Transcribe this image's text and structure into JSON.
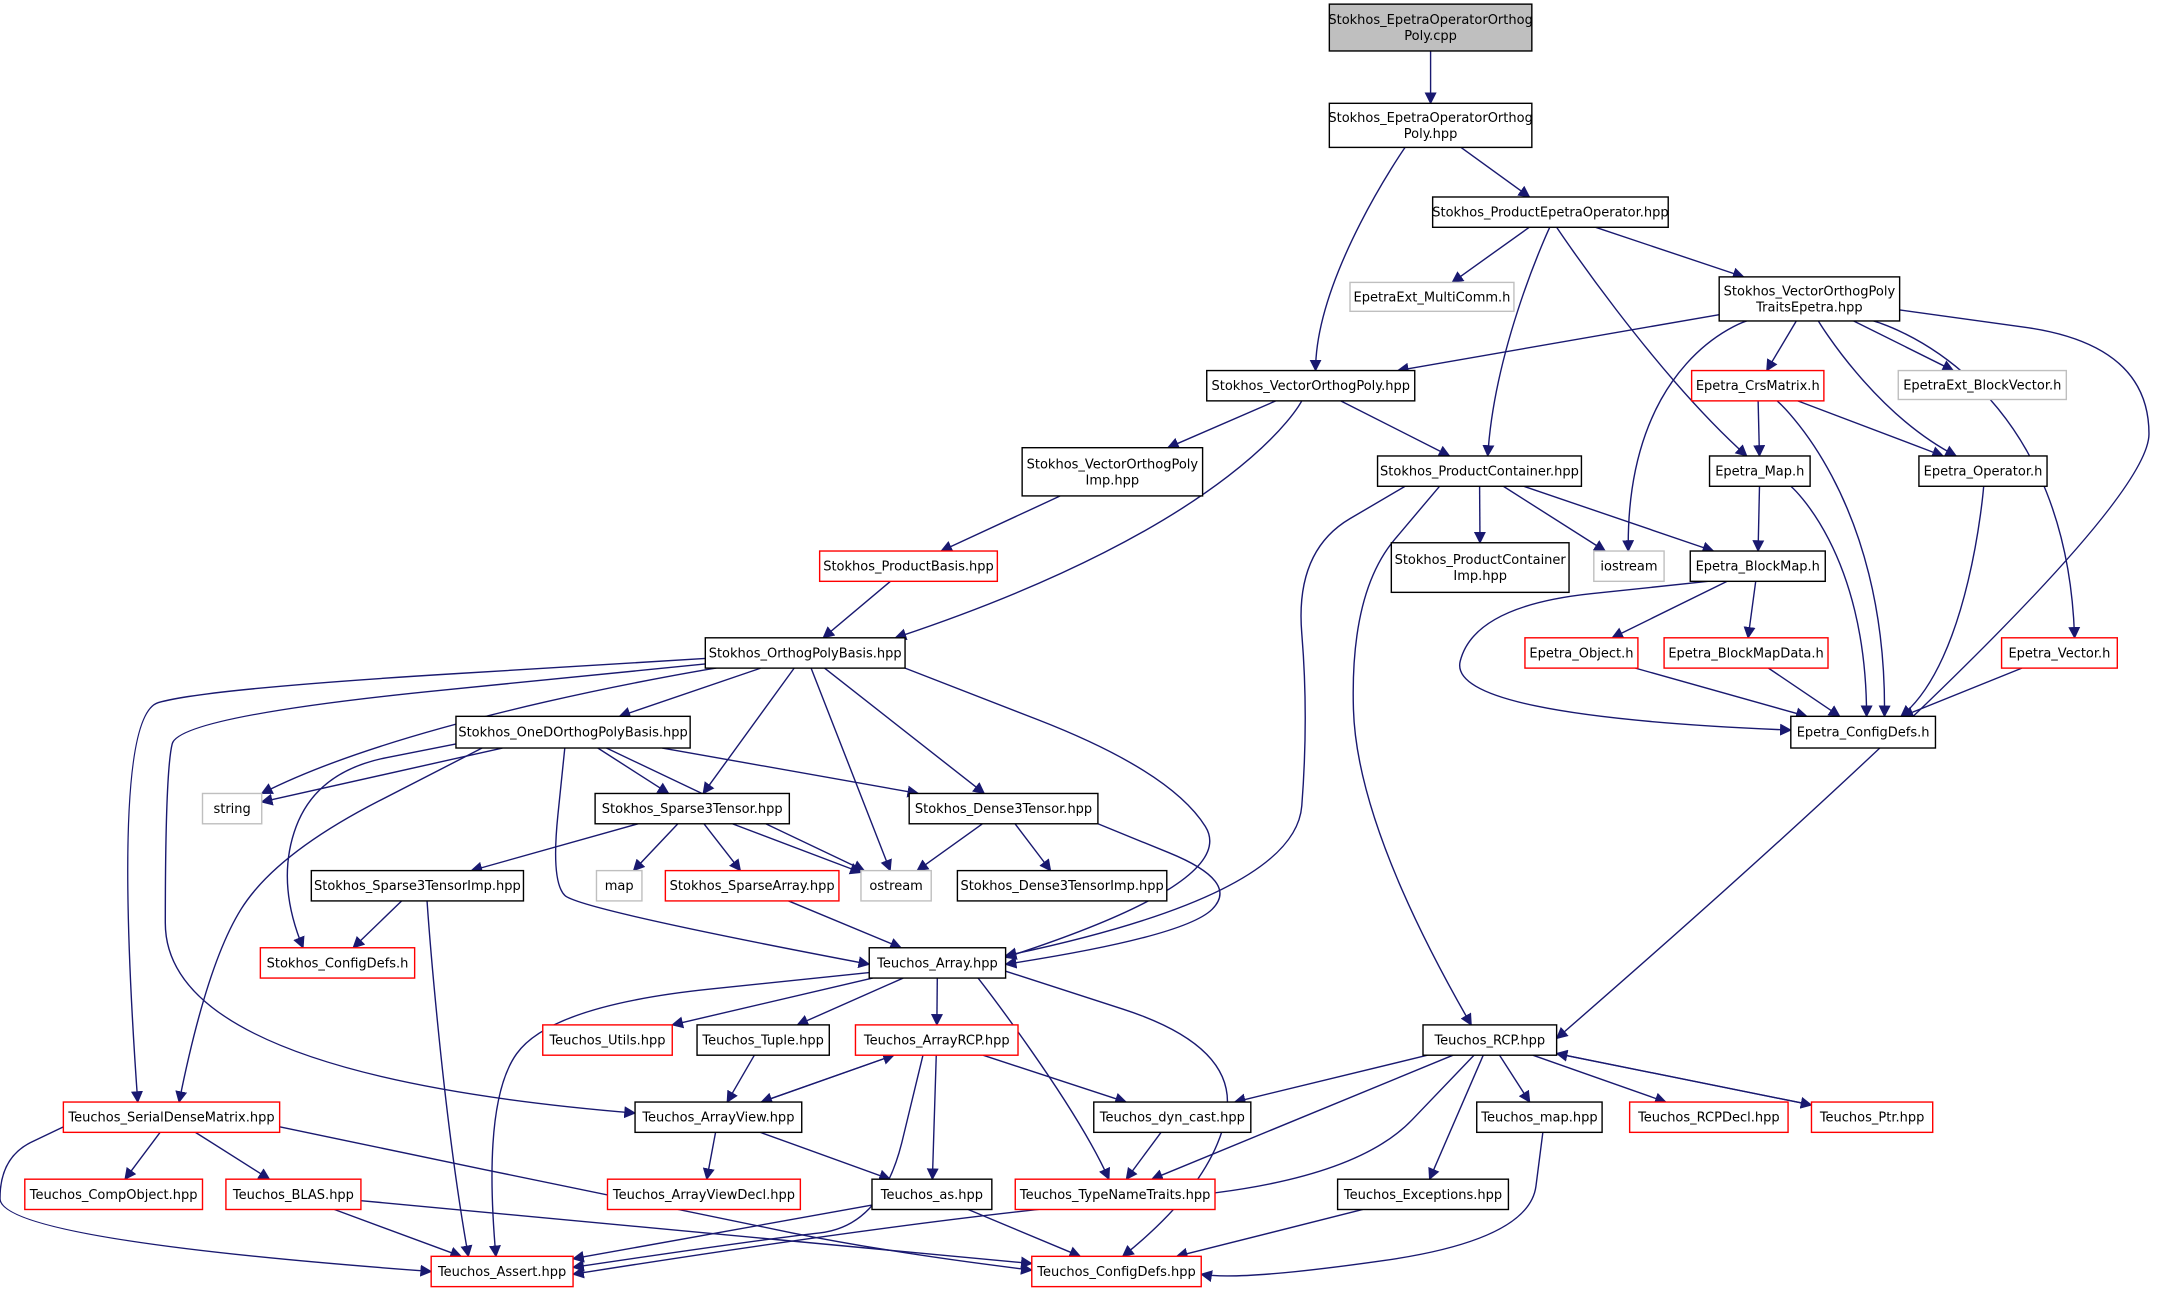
{
  "colors": {
    "edge": "#191970",
    "box_black": "#000000",
    "box_red": "#ff0000",
    "box_gray": "#bfbfbf",
    "root_fill": "#bfbfbf",
    "text": "#000000"
  },
  "nodes": [
    {
      "id": "root",
      "lines": [
        "Stokhos_EpetraOperatorOrthog",
        "Poly.cpp"
      ],
      "style": "root"
    },
    {
      "id": "hpp",
      "lines": [
        "Stokhos_EpetraOperatorOrthog",
        "Poly.hpp"
      ],
      "style": "black"
    },
    {
      "id": "prodop",
      "lines": [
        "Stokhos_ProductEpetraOperator.hpp"
      ],
      "style": "black"
    },
    {
      "id": "multicomm",
      "lines": [
        "EpetraExt_MultiComm.h"
      ],
      "style": "gray"
    },
    {
      "id": "vopte",
      "lines": [
        "Stokhos_VectorOrthogPoly",
        "TraitsEpetra.hpp"
      ],
      "style": "black"
    },
    {
      "id": "vop",
      "lines": [
        "Stokhos_VectorOrthogPoly.hpp"
      ],
      "style": "black"
    },
    {
      "id": "crs",
      "lines": [
        "Epetra_CrsMatrix.h"
      ],
      "style": "red"
    },
    {
      "id": "blockvec",
      "lines": [
        "EpetraExt_BlockVector.h"
      ],
      "style": "gray"
    },
    {
      "id": "vopimp",
      "lines": [
        "Stokhos_VectorOrthogPoly",
        "Imp.hpp"
      ],
      "style": "black"
    },
    {
      "id": "prodcont",
      "lines": [
        "Stokhos_ProductContainer.hpp"
      ],
      "style": "black"
    },
    {
      "id": "map",
      "lines": [
        "Epetra_Map.h"
      ],
      "style": "black"
    },
    {
      "id": "operator",
      "lines": [
        "Epetra_Operator.h"
      ],
      "style": "black"
    },
    {
      "id": "prodbasis",
      "lines": [
        "Stokhos_ProductBasis.hpp"
      ],
      "style": "red"
    },
    {
      "id": "pcimp",
      "lines": [
        "Stokhos_ProductContainer",
        "Imp.hpp"
      ],
      "style": "black"
    },
    {
      "id": "iostream",
      "lines": [
        "iostream"
      ],
      "style": "gray"
    },
    {
      "id": "blockmap",
      "lines": [
        "Epetra_BlockMap.h"
      ],
      "style": "black"
    },
    {
      "id": "opb",
      "lines": [
        "Stokhos_OrthogPolyBasis.hpp"
      ],
      "style": "black"
    },
    {
      "id": "object",
      "lines": [
        "Epetra_Object.h"
      ],
      "style": "red"
    },
    {
      "id": "bmdata",
      "lines": [
        "Epetra_BlockMapData.h"
      ],
      "style": "red"
    },
    {
      "id": "vector",
      "lines": [
        "Epetra_Vector.h"
      ],
      "style": "red"
    },
    {
      "id": "oned",
      "lines": [
        "Stokhos_OneDOrthogPolyBasis.hpp"
      ],
      "style": "black"
    },
    {
      "id": "ecfg",
      "lines": [
        "Epetra_ConfigDefs.h"
      ],
      "style": "black"
    },
    {
      "id": "string",
      "lines": [
        "string"
      ],
      "style": "gray"
    },
    {
      "id": "s3t",
      "lines": [
        "Stokhos_Sparse3Tensor.hpp"
      ],
      "style": "black"
    },
    {
      "id": "d3t",
      "lines": [
        "Stokhos_Dense3Tensor.hpp"
      ],
      "style": "black"
    },
    {
      "id": "s3timp",
      "lines": [
        "Stokhos_Sparse3TensorImp.hpp"
      ],
      "style": "black"
    },
    {
      "id": "stdmap",
      "lines": [
        "map"
      ],
      "style": "gray"
    },
    {
      "id": "sparr",
      "lines": [
        "Stokhos_SparseArray.hpp"
      ],
      "style": "red"
    },
    {
      "id": "ostream",
      "lines": [
        "ostream"
      ],
      "style": "gray"
    },
    {
      "id": "d3timp",
      "lines": [
        "Stokhos_Dense3TensorImp.hpp"
      ],
      "style": "black"
    },
    {
      "id": "scfg",
      "lines": [
        "Stokhos_ConfigDefs.h"
      ],
      "style": "red"
    },
    {
      "id": "array",
      "lines": [
        "Teuchos_Array.hpp"
      ],
      "style": "black"
    },
    {
      "id": "utils",
      "lines": [
        "Teuchos_Utils.hpp"
      ],
      "style": "red"
    },
    {
      "id": "tuple",
      "lines": [
        "Teuchos_Tuple.hpp"
      ],
      "style": "black"
    },
    {
      "id": "arcp",
      "lines": [
        "Teuchos_ArrayRCP.hpp"
      ],
      "style": "red"
    },
    {
      "id": "rcp",
      "lines": [
        "Teuchos_RCP.hpp"
      ],
      "style": "black"
    },
    {
      "id": "sdm",
      "lines": [
        "Teuchos_SerialDenseMatrix.hpp"
      ],
      "style": "red"
    },
    {
      "id": "av",
      "lines": [
        "Teuchos_ArrayView.hpp"
      ],
      "style": "black"
    },
    {
      "id": "dyncast",
      "lines": [
        "Teuchos_dyn_cast.hpp"
      ],
      "style": "black"
    },
    {
      "id": "tmap",
      "lines": [
        "Teuchos_map.hpp"
      ],
      "style": "black"
    },
    {
      "id": "rcpdecl",
      "lines": [
        "Teuchos_RCPDecl.hpp"
      ],
      "style": "red"
    },
    {
      "id": "ptr",
      "lines": [
        "Teuchos_Ptr.hpp"
      ],
      "style": "red"
    },
    {
      "id": "compobj",
      "lines": [
        "Teuchos_CompObject.hpp"
      ],
      "style": "red"
    },
    {
      "id": "blas",
      "lines": [
        "Teuchos_BLAS.hpp"
      ],
      "style": "red"
    },
    {
      "id": "avdecl",
      "lines": [
        "Teuchos_ArrayViewDecl.hpp"
      ],
      "style": "red"
    },
    {
      "id": "as",
      "lines": [
        "Teuchos_as.hpp"
      ],
      "style": "black"
    },
    {
      "id": "tnt",
      "lines": [
        "Teuchos_TypeNameTraits.hpp"
      ],
      "style": "red"
    },
    {
      "id": "exc",
      "lines": [
        "Teuchos_Exceptions.hpp"
      ],
      "style": "black"
    },
    {
      "id": "assert",
      "lines": [
        "Teuchos_Assert.hpp"
      ],
      "style": "red"
    },
    {
      "id": "tcfg",
      "lines": [
        "Teuchos_ConfigDefs.hpp"
      ],
      "style": "red"
    }
  ]
}
